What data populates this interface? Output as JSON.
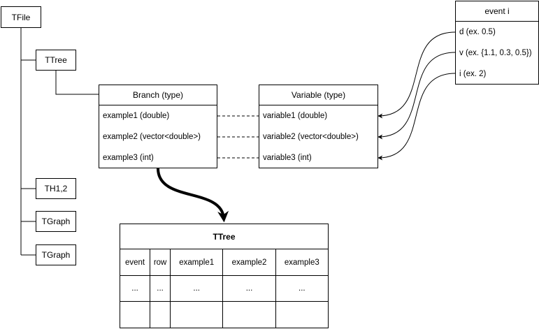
{
  "tfile": {
    "label": "TFile"
  },
  "ttree_node": {
    "label": "TTree"
  },
  "th12": {
    "label": "TH1,2"
  },
  "tgraph1": {
    "label": "TGraph"
  },
  "tgraph2": {
    "label": "TGraph"
  },
  "branch": {
    "title": "Branch (type)",
    "items": [
      "example1 (double)",
      "example2 (vector<double>)",
      "example3 (int)"
    ]
  },
  "variable": {
    "title": "Variable (type)",
    "items": [
      "variable1 (double)",
      "variable2 (vector<double>)",
      "variable3 (int)"
    ]
  },
  "event": {
    "title": "event i",
    "items": [
      "d (ex. 0.5)",
      "v (ex. {1.1, 0.3, 0.5})",
      "i (ex. 2)"
    ]
  },
  "table": {
    "title": "TTree",
    "columns": [
      "event",
      "row",
      "example1",
      "example2",
      "example3"
    ],
    "rows": [
      [
        "...",
        "...",
        "...",
        "...",
        "..."
      ],
      [
        "",
        "",
        "",
        "",
        ""
      ]
    ]
  }
}
